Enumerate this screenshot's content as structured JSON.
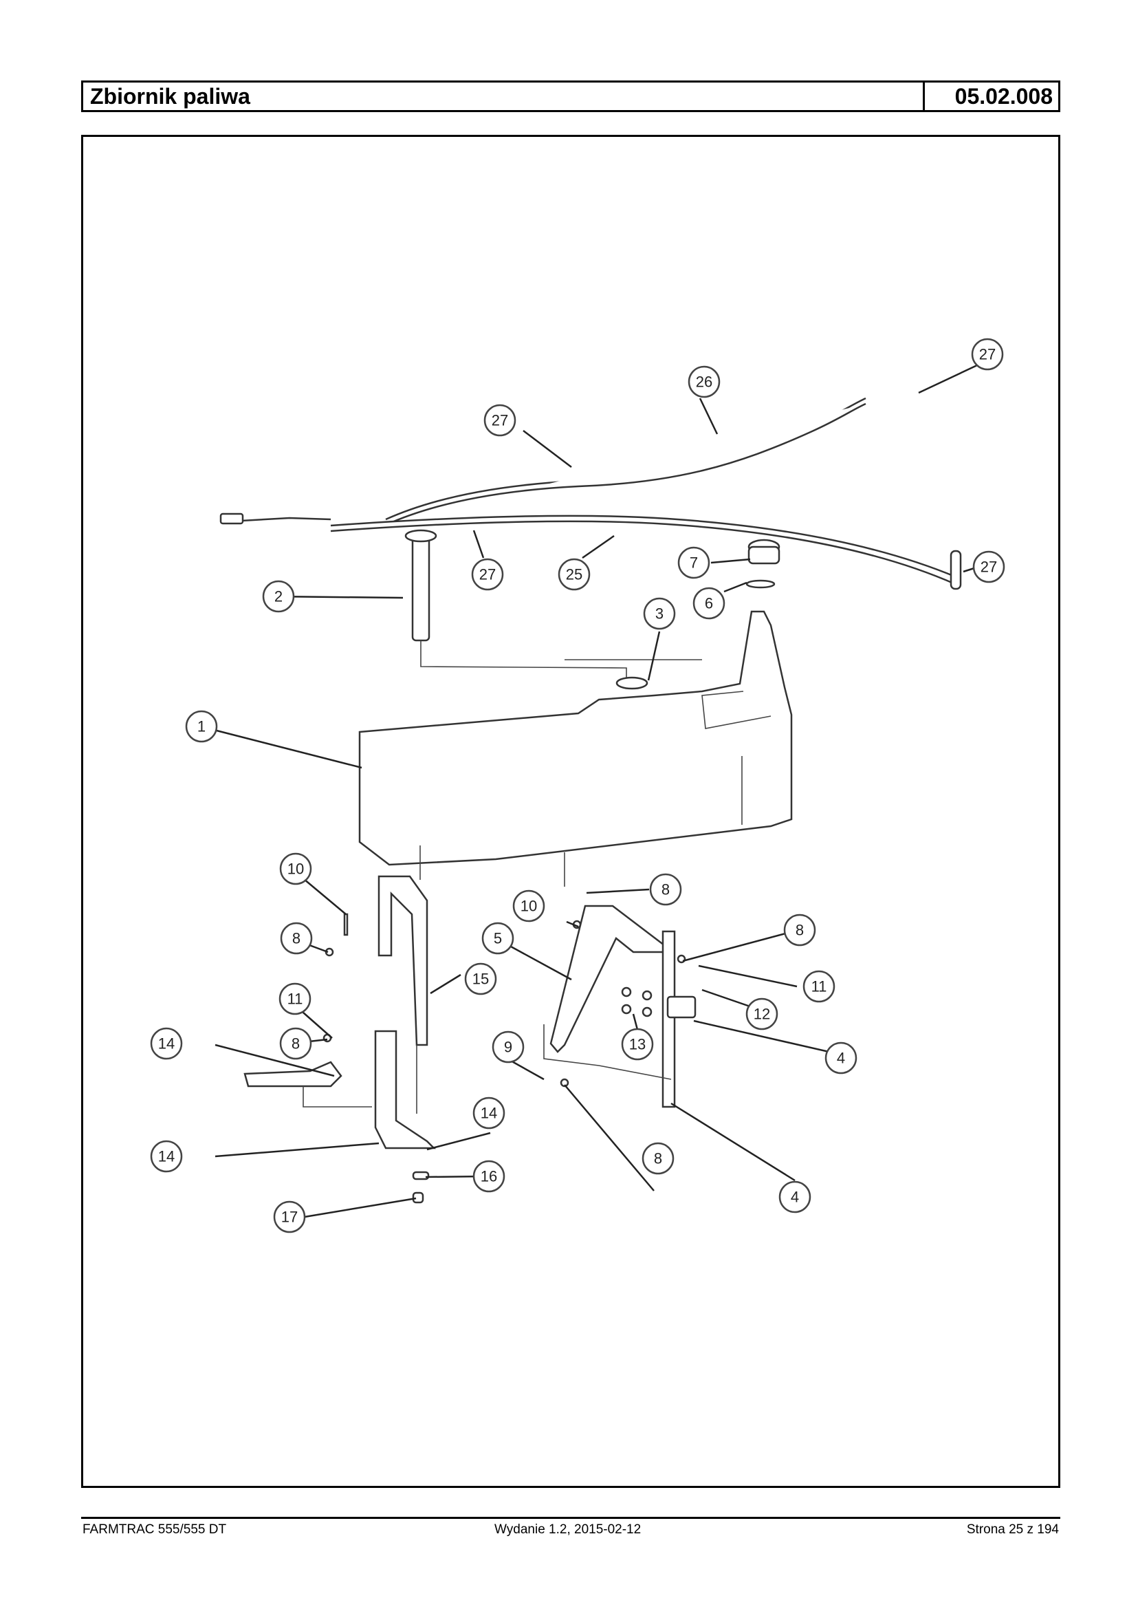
{
  "header": {
    "title": "Zbiornik paliwa",
    "code": "05.02.008"
  },
  "footer": {
    "model": "FARMTRAC 555/555 DT",
    "edition": "Wydanie 1.2,  2015-02-12",
    "page": "Strona 25 z 194"
  },
  "callouts": [
    "27",
    "26",
    "27",
    "2",
    "27",
    "25",
    "7",
    "6",
    "3",
    "27",
    "1",
    "10",
    "8",
    "10",
    "8",
    "5",
    "15",
    "8",
    "11",
    "11",
    "12",
    "8",
    "13",
    "14",
    "9",
    "4",
    "4",
    "14",
    "14",
    "8",
    "16",
    "17"
  ]
}
